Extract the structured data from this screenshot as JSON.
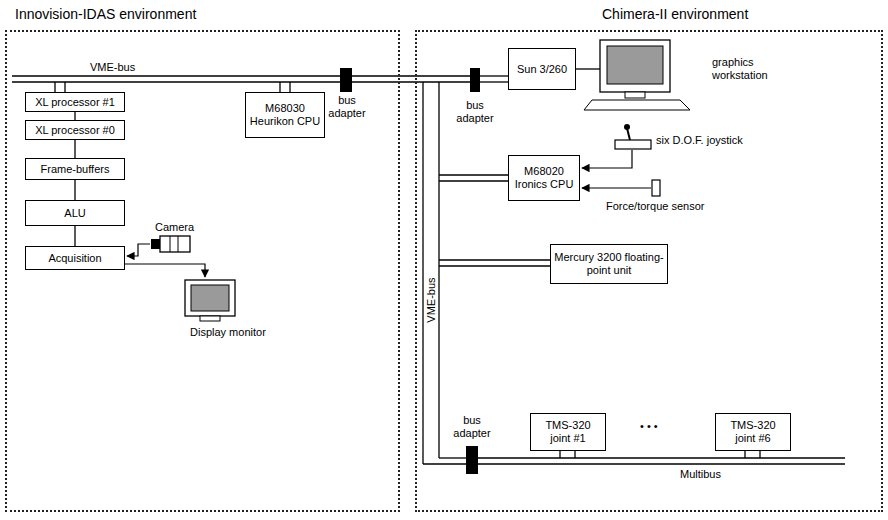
{
  "diagram": {
    "nodes": [
      {
        "text": [
          "Innovision-IDAS environment"
        ]
      },
      {
        "text": [
          "XL processor #1"
        ],
        "in": 0
      },
      {
        "text": [
          "XL processor #0"
        ],
        "in": 0
      },
      {
        "text": [
          "Frame-buffers"
        ],
        "in": 0
      },
      {
        "text": [
          "ALU"
        ],
        "in": 0
      },
      {
        "text": [
          "Acquisition"
        ],
        "in": 0
      },
      {
        "text": [
          "M68030 Heurikon CPU"
        ],
        "in": 0
      },
      {
        "text": [
          "Chimera-II environment"
        ]
      },
      {
        "text": [
          "Sun 3/260"
        ],
        "in": 7
      },
      {
        "text": [
          "M68020 Ironics CPU"
        ],
        "in": 7
      },
      {
        "text": [
          "Mercury 3200 floating-point unit"
        ],
        "in": 7
      },
      {
        "text": [
          "TMS-320 joint #1"
        ],
        "in": 7
      },
      {
        "text": [
          "TMS-320 joint #6"
        ],
        "in": 7
      }
    ],
    "edges": [
      {
        "from": 1,
        "to": 2,
        "arrow": "none"
      },
      {
        "from": 2,
        "to": 3,
        "arrow": "none"
      },
      {
        "from": 3,
        "to": 4,
        "arrow": "none"
      },
      {
        "from": 4,
        "to": 5,
        "arrow": "none"
      }
    ],
    "labels": [
      "VME-bus",
      "bus adapter",
      "Camera",
      "Display monitor",
      "bus adapter",
      "graphics workstation",
      "six D.O.F. joystick",
      "Force/torque sensor",
      "VME-bus",
      "• • •",
      "bus adapter",
      "Multibus"
    ]
  }
}
